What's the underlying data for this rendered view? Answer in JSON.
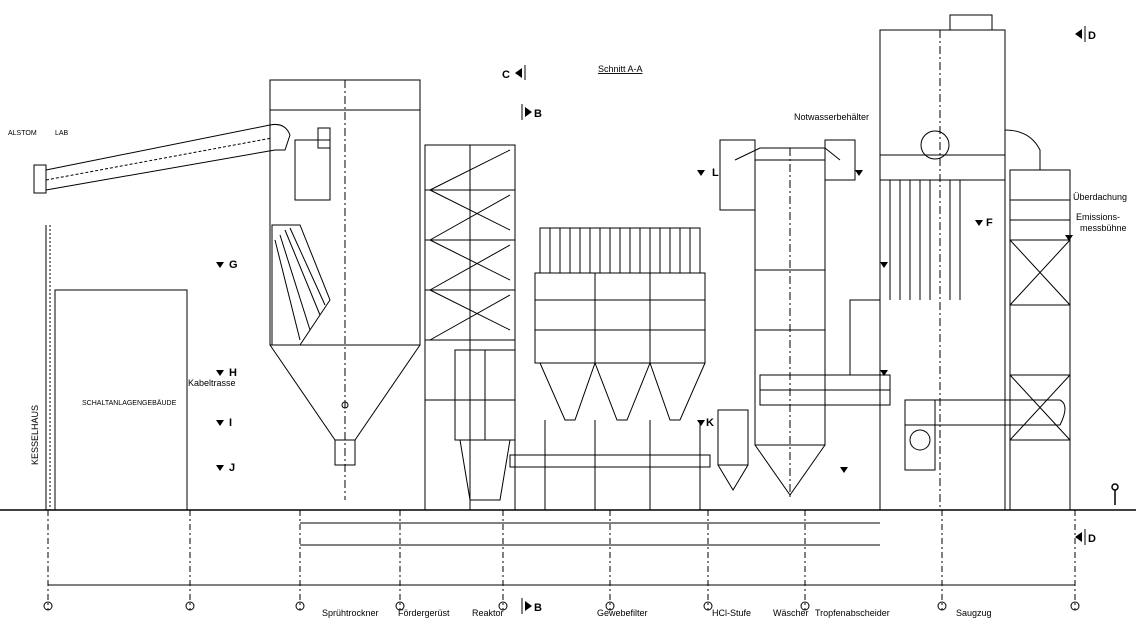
{
  "title": "Schnitt A-A",
  "section_markers": {
    "b_top": "B",
    "b_bottom": "B",
    "c": "C",
    "d_top": "D",
    "d_bottom": "D"
  },
  "level_markers": [
    {
      "key": "G",
      "label": "G"
    },
    {
      "key": "H",
      "label": "H"
    },
    {
      "key": "I",
      "label": "I"
    },
    {
      "key": "J",
      "label": "J"
    },
    {
      "key": "K",
      "label": "K"
    },
    {
      "key": "L",
      "label": "L"
    },
    {
      "key": "F",
      "label": "F"
    }
  ],
  "buildings": {
    "kesselhaus": "KESSELHAUS",
    "schaltanlagengebaeude": "SCHALTANLAGENGEBÄUDE",
    "kabeltrasse": "Kabeltrasse",
    "notwasserbehaelter": "Notwasserbehälter",
    "ueberdachung": "Überdachung",
    "emissionsmessbuehne_1": "Emissions-",
    "emissionsmessbuehne_2": "messbühne"
  },
  "bottom_labels": [
    "Sprühtrockner",
    "Fördergerüst",
    "Reaktor",
    "Gewebefilter",
    "HCl-Stufe",
    "Wäscher",
    "Tropfenabscheider",
    "Saugzug"
  ],
  "tags": {
    "alstom": "ALSTOM",
    "lab": "LAB"
  },
  "colors": {
    "line": "#000000",
    "background": "#ffffff"
  }
}
